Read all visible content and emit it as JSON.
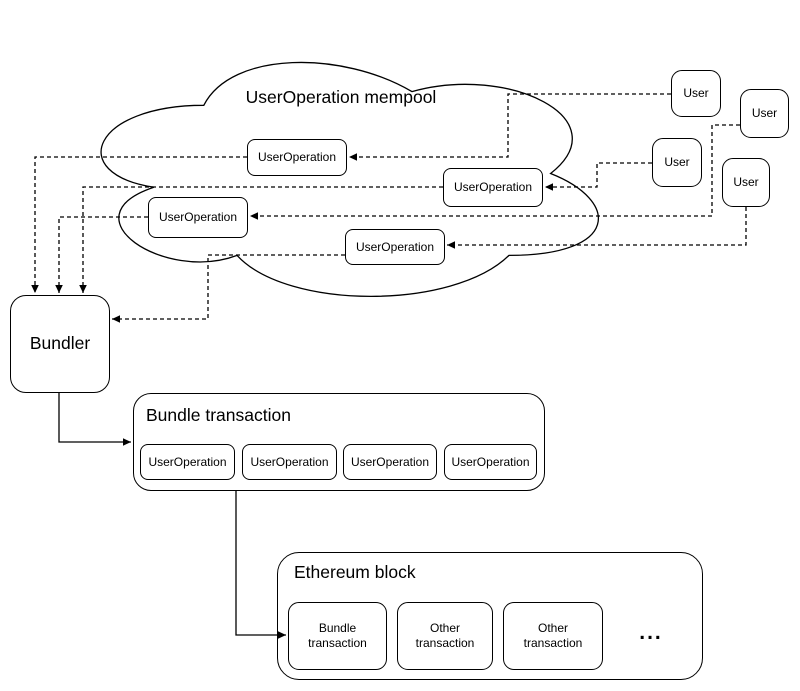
{
  "diagram": {
    "colors": {
      "background": "#ffffff",
      "stroke": "#000000",
      "text": "#000000"
    },
    "mempool": {
      "title": "UserOperation mempool",
      "nodes": [
        "UserOperation",
        "UserOperation",
        "UserOperation",
        "UserOperation"
      ]
    },
    "users": [
      {
        "label": "User"
      },
      {
        "label": "User"
      },
      {
        "label": "User"
      },
      {
        "label": "User"
      }
    ],
    "bundler": {
      "label": "Bundler"
    },
    "bundle_transaction": {
      "title": "Bundle transaction",
      "nodes": [
        "UserOperation",
        "UserOperation",
        "UserOperation",
        "UserOperation"
      ]
    },
    "ethereum_block": {
      "title": "Ethereum block",
      "nodes": [
        "Bundle transaction",
        "Other transaction",
        "Other transaction"
      ],
      "ellipsis": "..."
    }
  }
}
